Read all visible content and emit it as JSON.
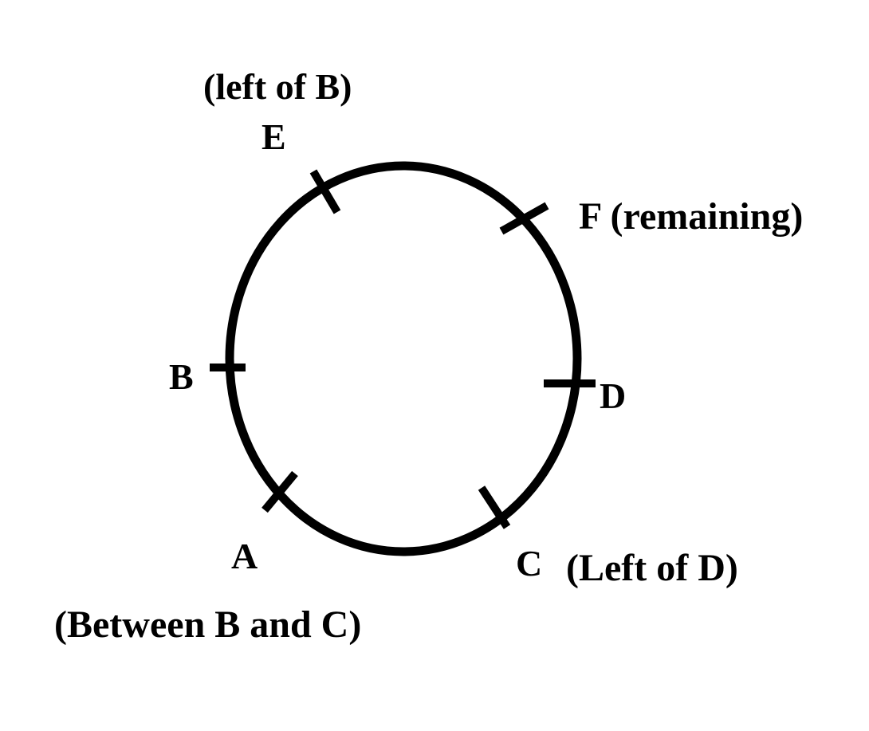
{
  "diagram": {
    "labels": {
      "E": "E",
      "E_note": "(left of B)",
      "F": "F (remaining)",
      "B": "B",
      "D": "D",
      "A": "A",
      "A_note": "(Between B and C)",
      "C": "C",
      "C_note": "(Left of D)"
    },
    "colors": {
      "ink": "#000000",
      "background": "#ffffff"
    }
  }
}
